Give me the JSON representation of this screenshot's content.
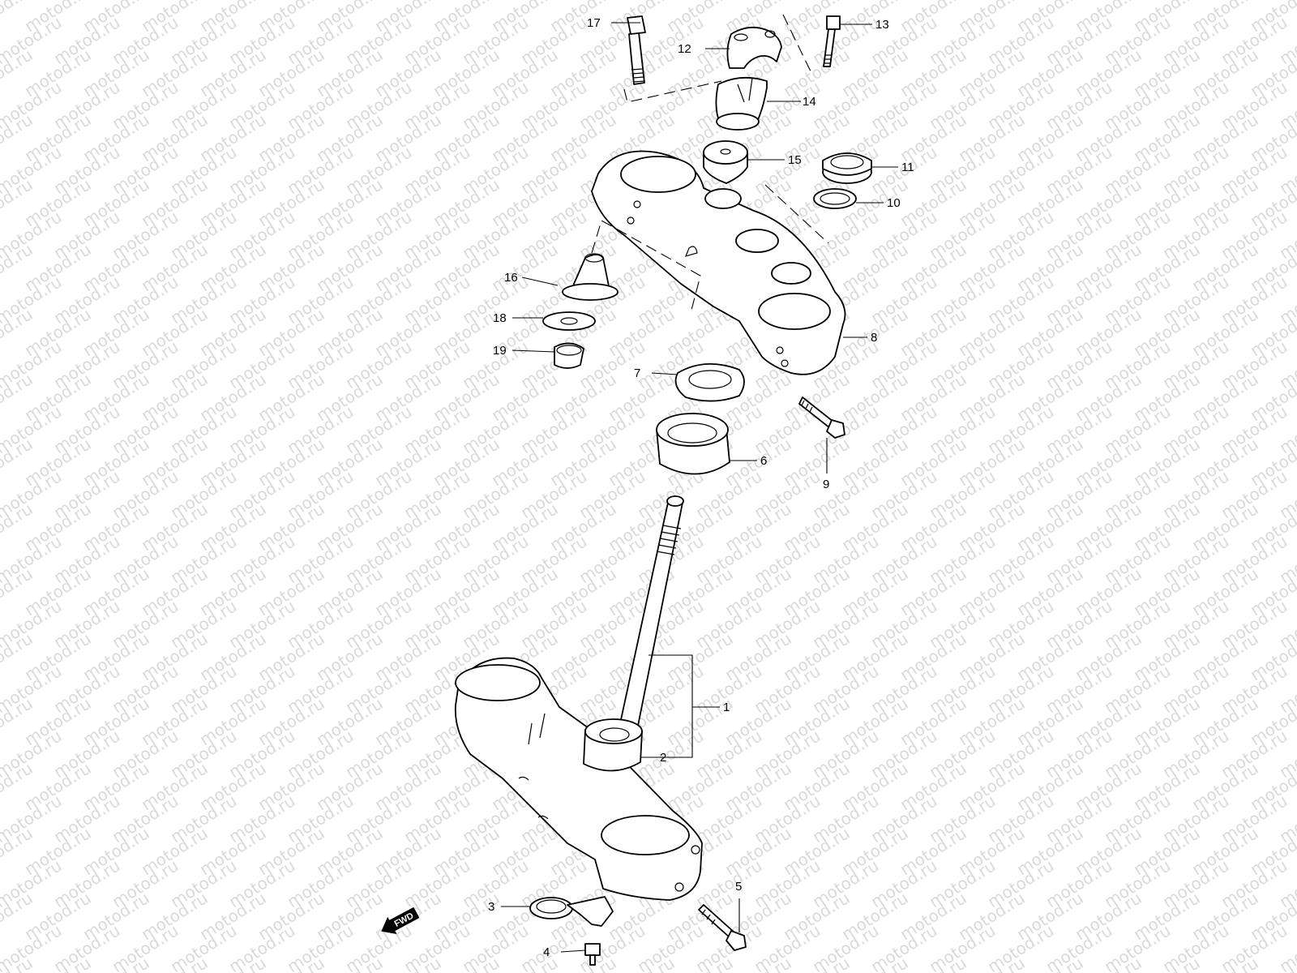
{
  "watermark": {
    "text": "motod.ru",
    "color": "#d9d9d9"
  },
  "direction_indicator": {
    "label": "FWD"
  },
  "callouts": {
    "c1": "1",
    "c2": "2",
    "c3": "3",
    "c4": "4",
    "c5": "5",
    "c6": "6",
    "c7": "7",
    "c8": "8",
    "c9": "9",
    "c10": "10",
    "c11": "11",
    "c12": "12",
    "c13": "13",
    "c14": "14",
    "c15": "15",
    "c16": "16",
    "c17": "17",
    "c18": "18",
    "c19": "19"
  }
}
